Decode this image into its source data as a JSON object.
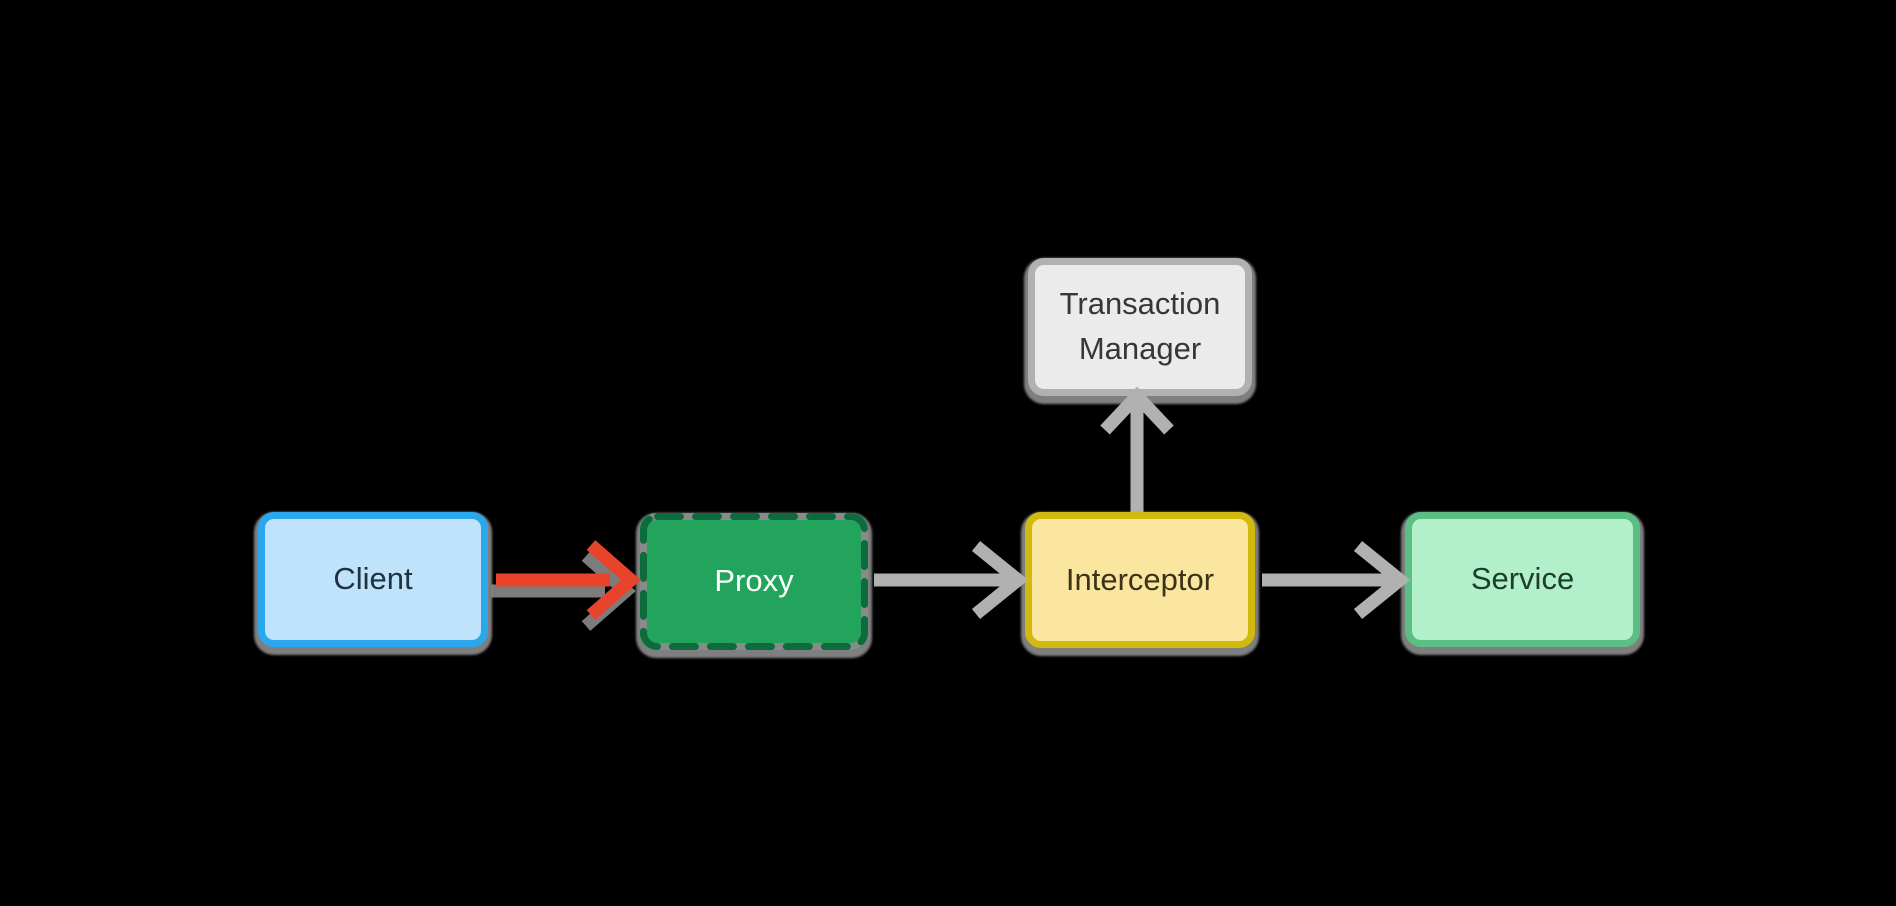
{
  "diagram": {
    "background": "#000000",
    "shadow_color": "#8A8A8A",
    "nodes": [
      {
        "id": "client",
        "label": "Client",
        "fill": "#BFE3FB",
        "border": "#2BA7EE",
        "text_color": "#22313F",
        "border_style": "solid"
      },
      {
        "id": "proxy",
        "label": "Proxy",
        "fill": "#23A45C",
        "border": "#0E6B3D",
        "text_color": "#FFFFFF",
        "border_style": "dashed"
      },
      {
        "id": "interceptor",
        "label": "Interceptor",
        "fill": "#FBE6A0",
        "border": "#D1B90E",
        "text_color": "#3A3318",
        "border_style": "solid"
      },
      {
        "id": "transaction_manager",
        "label": "Transaction Manager",
        "fill": "#EBEBEB",
        "border": "#B1B1B1",
        "text_color": "#363636",
        "border_style": "solid"
      },
      {
        "id": "service",
        "label": "Service",
        "fill": "#B1F0C9",
        "border": "#5BBE83",
        "text_color": "#1E3B2B",
        "border_style": "solid"
      }
    ],
    "edges": [
      {
        "from": "client",
        "to": "proxy",
        "color": "#E8432B",
        "shadow": "#8A8A8A",
        "direction": "right"
      },
      {
        "from": "proxy",
        "to": "interceptor",
        "color": "#B1B1B1",
        "direction": "right"
      },
      {
        "from": "interceptor",
        "to": "transaction_manager",
        "color": "#B1B1B1",
        "direction": "up"
      },
      {
        "from": "interceptor",
        "to": "service",
        "color": "#B1B1B1",
        "direction": "right"
      }
    ]
  }
}
